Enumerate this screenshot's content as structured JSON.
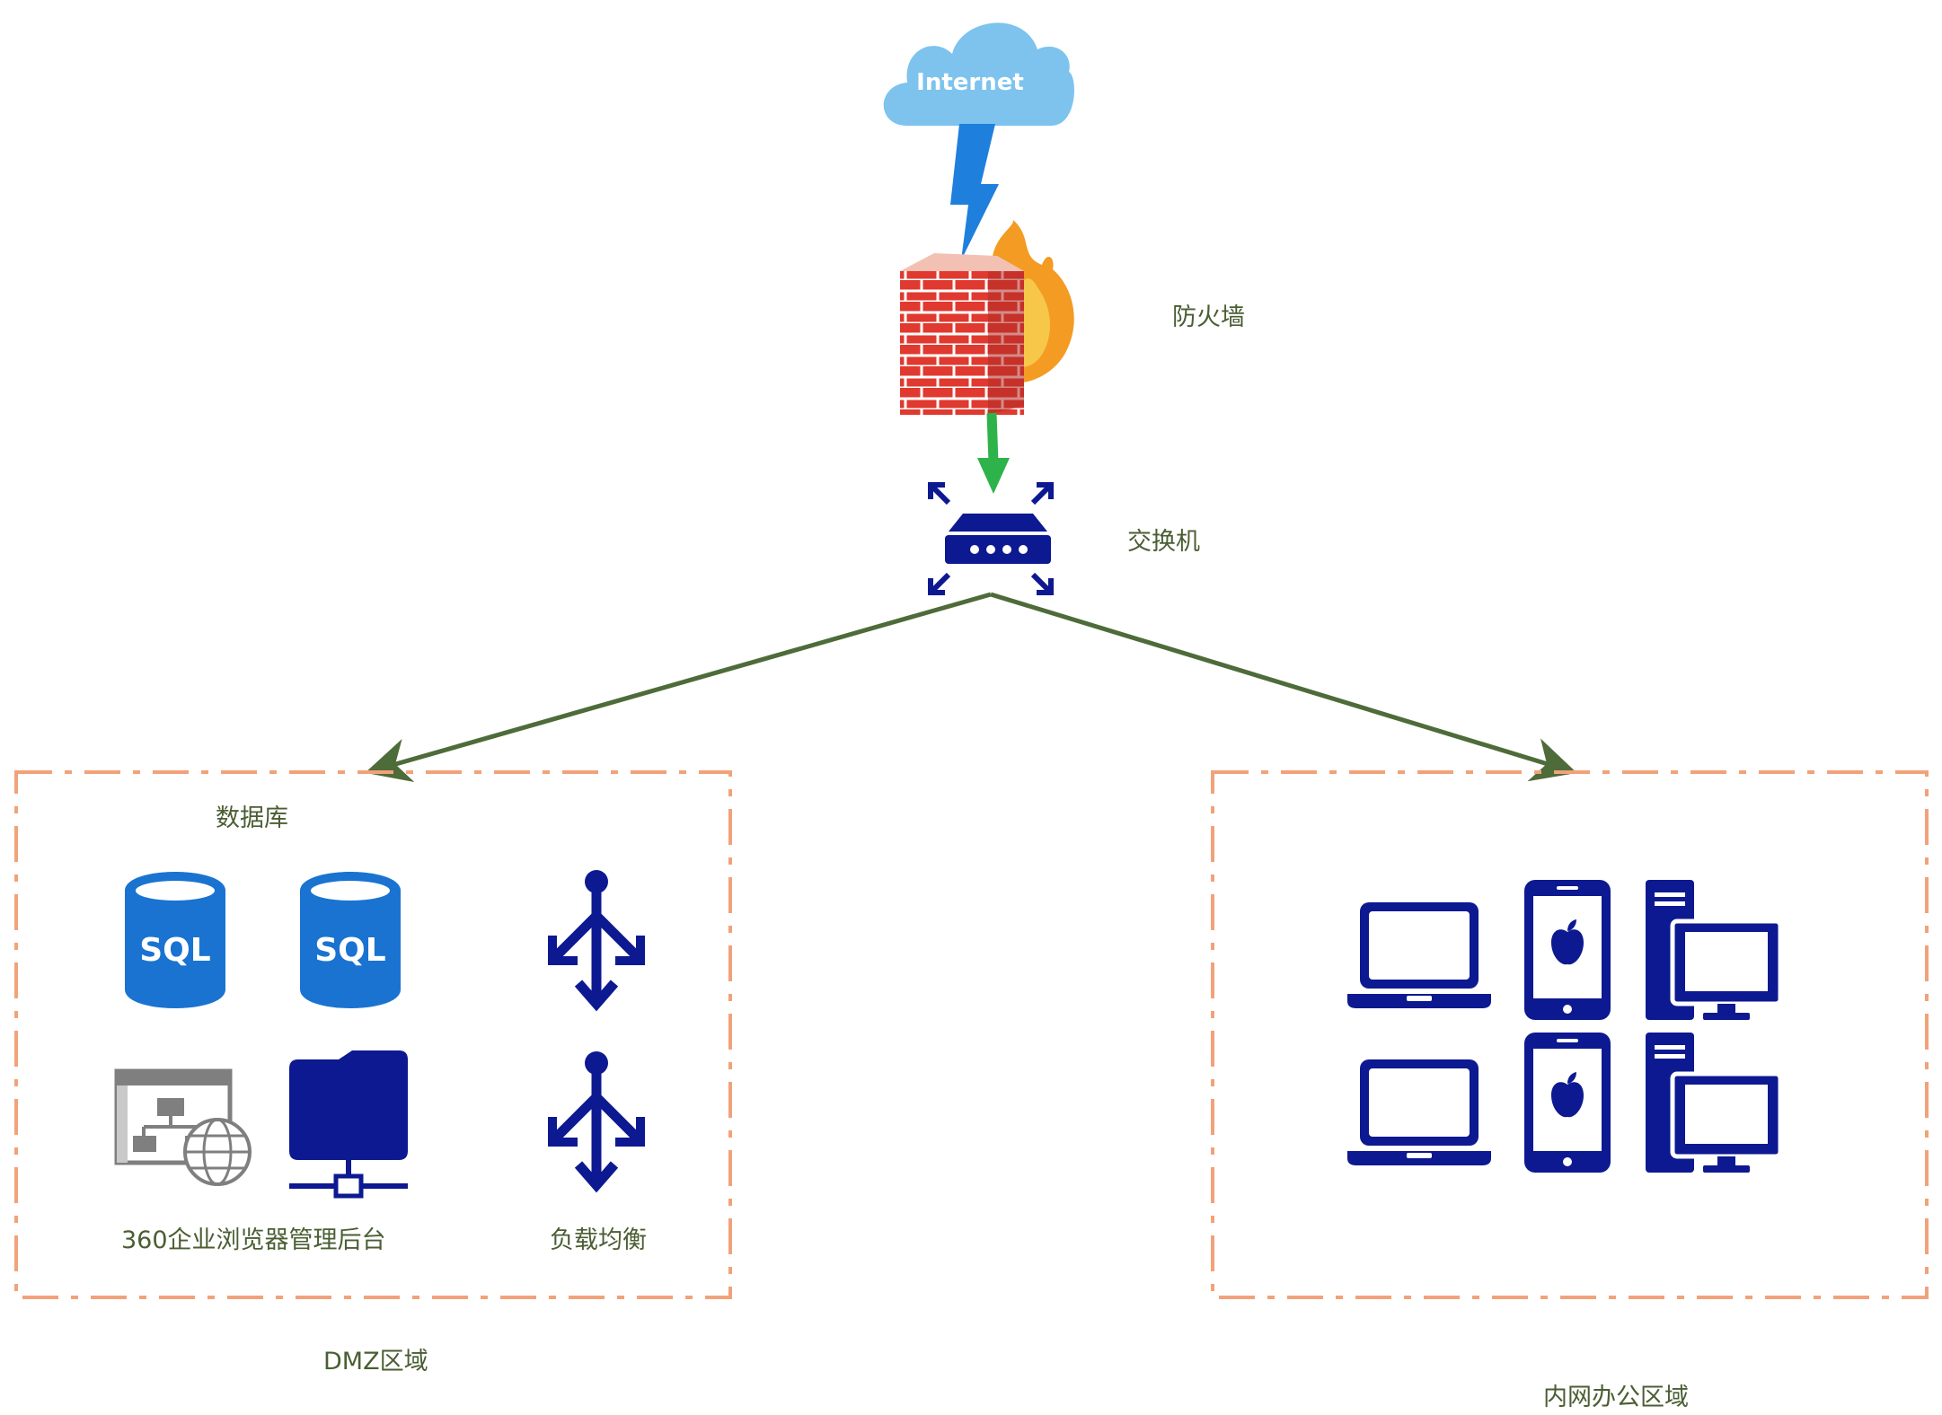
{
  "cloud": {
    "text": "Internet"
  },
  "labels": {
    "firewall": "防火墙",
    "switch": "交换机",
    "database": "数据库",
    "browser_admin": "360企业浏览器管理后台",
    "load_balance": "负载均衡",
    "dmz": "DMZ区域",
    "office": "内网办公区域"
  },
  "db_icon_text": "SQL",
  "colors": {
    "cloud": "#7dc3ee",
    "lightning": "#1f7fdc",
    "brick": "#e0392f",
    "flame": "#f39b22",
    "green_arrow": "#2db34a",
    "link": "#4e6b3a",
    "navy": "#0d1991",
    "sql_blue": "#1a73d0",
    "zone_border": "#f2a27a",
    "gray": "#7f7f7f"
  },
  "icons": [
    "cloud-icon",
    "lightning-icon",
    "firewall-icon",
    "switch-icon",
    "sql-database-icon",
    "network-diagram-icon",
    "network-folder-icon",
    "load-balancer-icon",
    "laptop-icon",
    "iphone-icon",
    "desktop-computer-icon"
  ]
}
